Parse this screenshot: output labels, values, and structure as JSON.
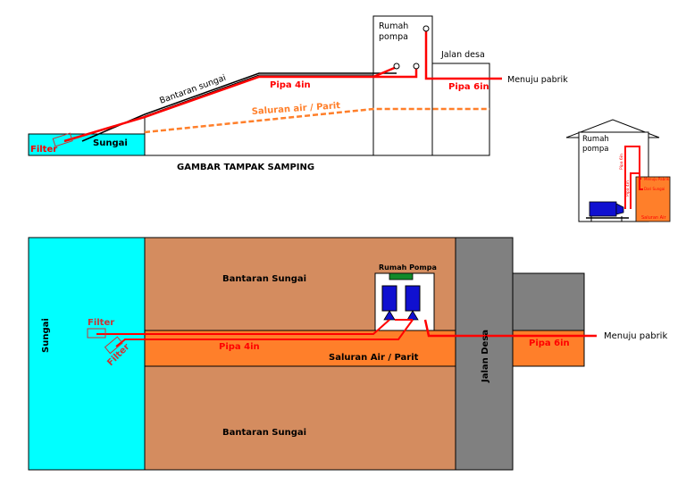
{
  "side_view": {
    "caption": "GAMBAR TAMPAK SAMPING",
    "river_bank": "Bantaran sungai",
    "river": "Sungai",
    "filter": "Filter",
    "pipe_4in": "Pipa 4in",
    "pipe_6in": "Pipa 6in",
    "ditch": "Saluran air / Parit",
    "pump_house_line1": "Rumah",
    "pump_house_line2": "pompa",
    "village_road": "Jalan desa",
    "to_factory": "Menuju pabrik"
  },
  "inset": {
    "pump_house_line1": "Rumah",
    "pump_house_line2": "pompa",
    "pipe_6in": "Pipa 6in",
    "pipe_4in": "Pipa 4in",
    "to_factory": "Menuju Pabrik",
    "from_river": "Dari Sungai",
    "ditch": "Saluran Air"
  },
  "top_view": {
    "river": "Sungai",
    "bank_top": "Bantaran Sungai",
    "bank_bottom": "Bantaran Sungai",
    "pump_house": "Rumah Pompa",
    "filter_1": "Filter",
    "filter_2": "Filter",
    "pipe_4in": "Pipa 4in",
    "pipe_6in": "Pipa 6in",
    "ditch": "Saluran Air / Parit",
    "village_road": "Jalan Desa",
    "to_factory": "Menuju pabrik"
  },
  "colors": {
    "river": "#00ffff",
    "bank": "#d48c5f",
    "ditch": "#ff7f2a",
    "pipe": "#ff0000",
    "road": "#808080",
    "pump": "#1010d0",
    "pump_base": "#118a2a"
  }
}
